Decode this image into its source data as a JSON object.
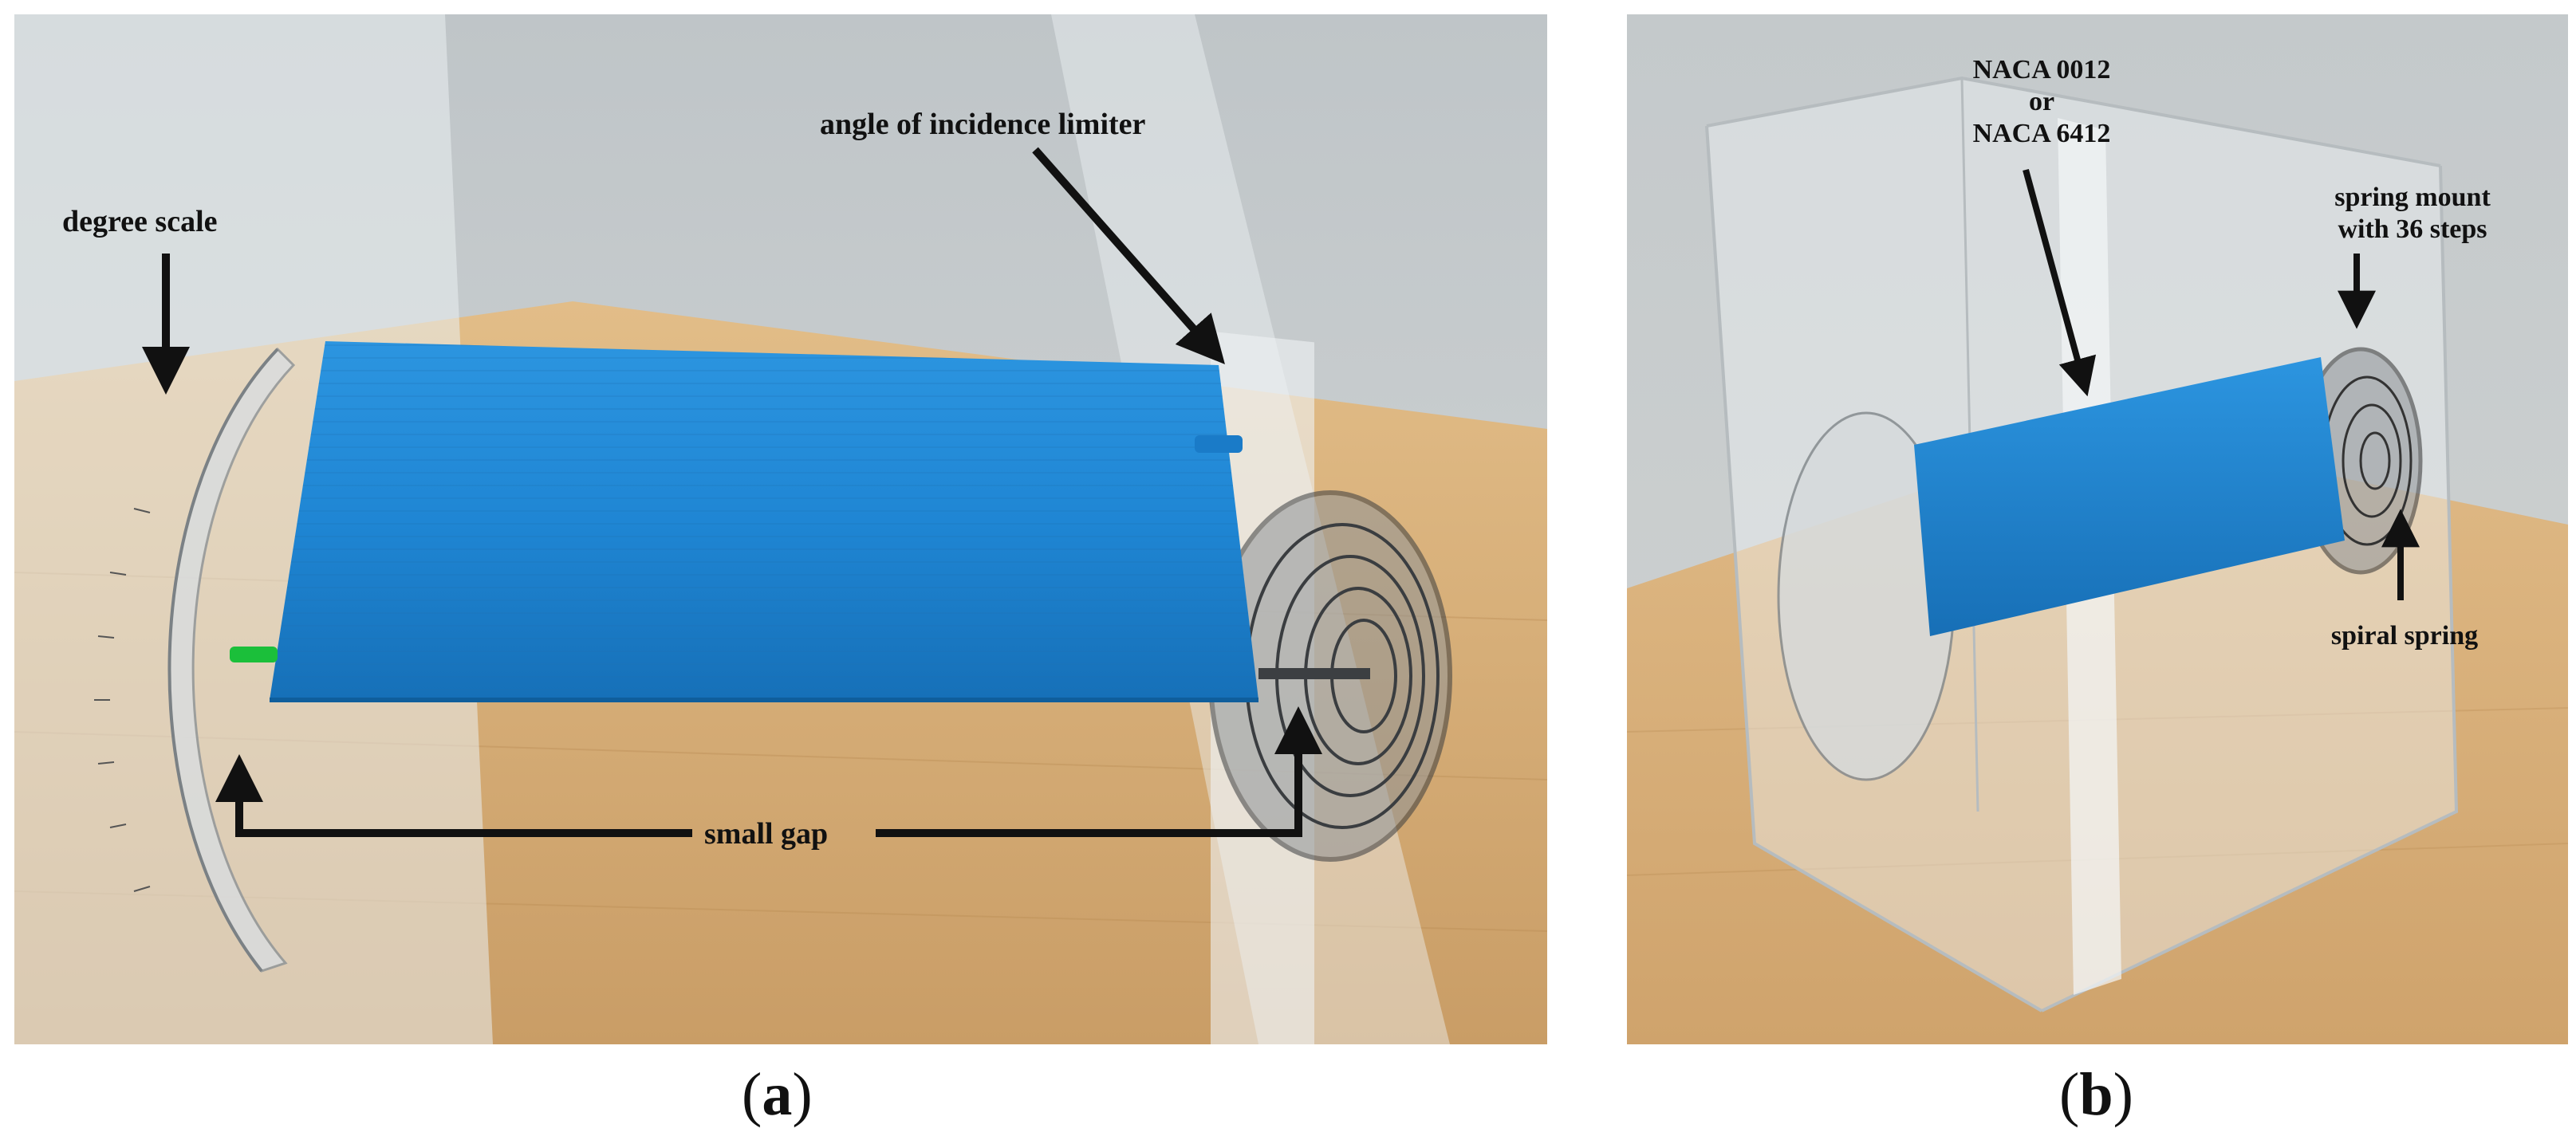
{
  "panel_a": {
    "labels": {
      "degree_scale": "degree scale",
      "angle_limiter": "angle of incidence limiter",
      "small_gap": "small gap"
    },
    "caption": {
      "open": "(",
      "letter": "a",
      "close": ")"
    }
  },
  "panel_b": {
    "labels": {
      "naca_line1": "NACA 0012",
      "naca_line2": "or",
      "naca_line3": "NACA 6412",
      "spring_mount_line1": "spring mount",
      "spring_mount_line2": "with 36 steps",
      "spiral_spring": "spiral spring"
    },
    "caption": {
      "open": "(",
      "letter": "b",
      "close": ")"
    }
  },
  "colors": {
    "wing_blue": "#1f86d4",
    "wall_gray": "#c9cdcf",
    "wood": "#d9b07a",
    "acrylic": "#e6ecee",
    "arrow": "#111111"
  }
}
